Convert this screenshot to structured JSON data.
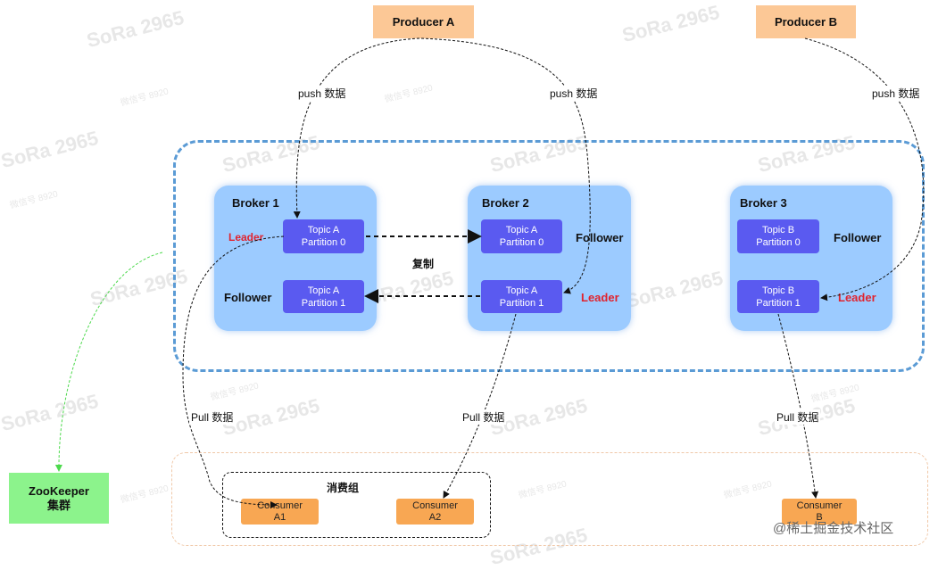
{
  "watermark": {
    "main": "SoRa 2965",
    "small": "微信号 8920"
  },
  "producers": [
    {
      "name": "Producer A"
    },
    {
      "name": "Producer B"
    }
  ],
  "brokers": [
    {
      "title": "Broker 1",
      "partitions": [
        {
          "line1": "Topic A",
          "line2": "Partition 0",
          "role": "Leader"
        },
        {
          "line1": "Topic A",
          "line2": "Partition 1",
          "role": "Follower"
        }
      ]
    },
    {
      "title": "Broker 2",
      "partitions": [
        {
          "line1": "Topic A",
          "line2": "Partition 0",
          "role": "Follower"
        },
        {
          "line1": "Topic A",
          "line2": "Partition 1",
          "role": "Leader"
        }
      ]
    },
    {
      "title": "Broker 3",
      "partitions": [
        {
          "line1": "Topic B",
          "line2": "Partition 0",
          "role": "Follower"
        },
        {
          "line1": "Topic B",
          "line2": "Partition 1",
          "role": "Leader"
        }
      ]
    }
  ],
  "labels": {
    "push": "push 数据",
    "pull": "Pull 数据",
    "replicate": "复制",
    "consumer_group": "消费组"
  },
  "consumers": [
    {
      "line1": "Consumer",
      "line2": "A1"
    },
    {
      "line1": "Consumer",
      "line2": "A2"
    },
    {
      "line1": "Consumer",
      "line2": "B"
    }
  ],
  "zookeeper": {
    "line1": "ZooKeeper",
    "line2": "集群"
  },
  "credit": "@稀土掘金技术社区",
  "colors": {
    "cluster_border": "#5b9bd5",
    "broker_fill": "#9ccbff",
    "partition_fill": "#5a5af0",
    "producer_fill": "#fcc896",
    "consumer_fill": "#f8a753",
    "zookeeper_fill": "#8cf38c",
    "leader_text": "#e0242f"
  }
}
